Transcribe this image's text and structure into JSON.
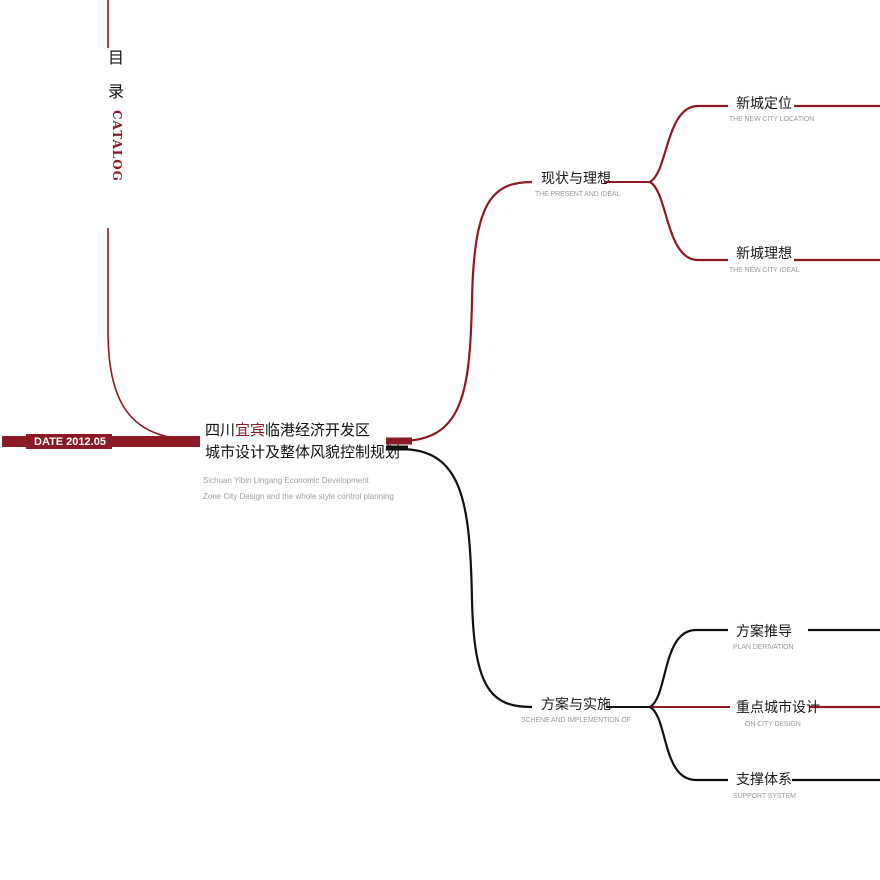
{
  "catalog": {
    "zh_1": "目",
    "zh_2": "录",
    "en": "CATALOG"
  },
  "date": "DATE 2012.05",
  "main": {
    "title_pre": "四川",
    "title_accent": "宜宾",
    "title_post": "临港经济开发区",
    "title_line2": "城市设计及整体风貌控制规划",
    "sub_en_1": "Sichuan Yibin Lingang Economic Development",
    "sub_en_2": "Zone City Design and the whole style control planning"
  },
  "branches": {
    "present": {
      "zh": "现状与理想",
      "en": "THE PRESENT AND IDEAL",
      "children": [
        {
          "zh": "新城定位",
          "en": "THE NEW CITY LOCATION"
        },
        {
          "zh": "新城理想",
          "en": "THE NEW CITY IDEAL"
        }
      ]
    },
    "scheme": {
      "zh": "方案与实施",
      "en": "SCHENE AND IMPLEMENTION OF",
      "children": [
        {
          "zh": "方案推导",
          "en": "PLAN DERIVATION"
        },
        {
          "zh": "重点城市设计",
          "en": "ON CITY DESIGN"
        },
        {
          "zh": "支撑体系",
          "en": "SUPPORT SYSTEM"
        }
      ]
    }
  },
  "colors": {
    "accent": "#8b1a24",
    "dark": "#111111",
    "muted": "#9a9a9a"
  }
}
